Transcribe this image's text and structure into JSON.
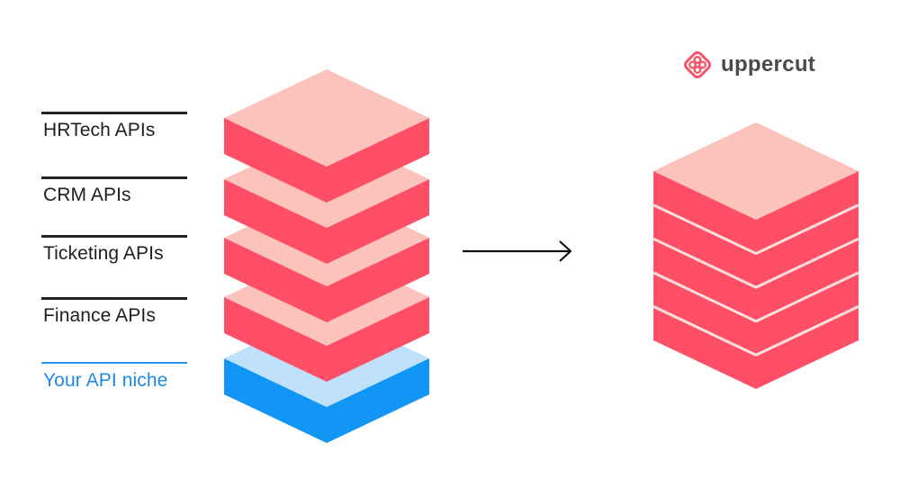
{
  "layers": [
    {
      "label": "HRTech APIs",
      "accent": false
    },
    {
      "label": "CRM APIs",
      "accent": false
    },
    {
      "label": "Ticketing APIs",
      "accent": false
    },
    {
      "label": "Finance APIs",
      "accent": false
    },
    {
      "label": "Your API niche",
      "accent": true
    }
  ],
  "brand": {
    "name": "uppercut",
    "icon": "uppercut-logo-icon"
  },
  "colors": {
    "layer_top": "#fcc3bd",
    "layer_side": "#fe4f67",
    "layer_line": "#fde1dc",
    "niche_top": "#bfe1fb",
    "niche_side": "#1196f5",
    "label_rule": "#222222",
    "niche_rule": "#2196f3",
    "arrow": "#111111",
    "brand_icon": "#f4566a"
  }
}
